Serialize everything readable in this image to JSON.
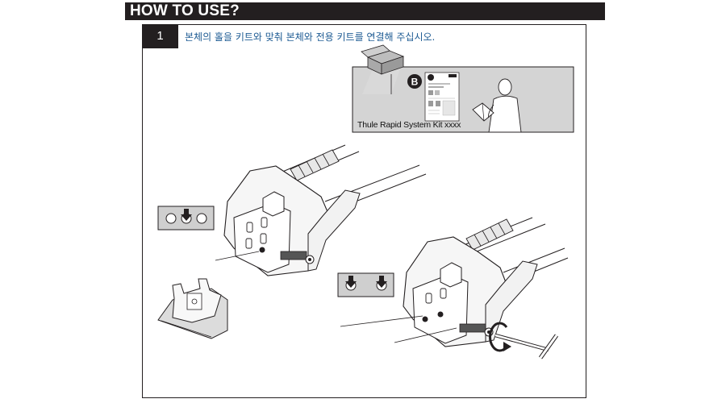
{
  "header": {
    "title": "HOW TO USE?"
  },
  "step": {
    "number": "1",
    "instruction": "본체의 홀을 키트와 맞춰 본체와 전용 키트를 연결해 주십시오."
  },
  "kit_panel": {
    "badge_letter": "B",
    "caption": "Thule Rapid System Kit xxxx"
  }
}
